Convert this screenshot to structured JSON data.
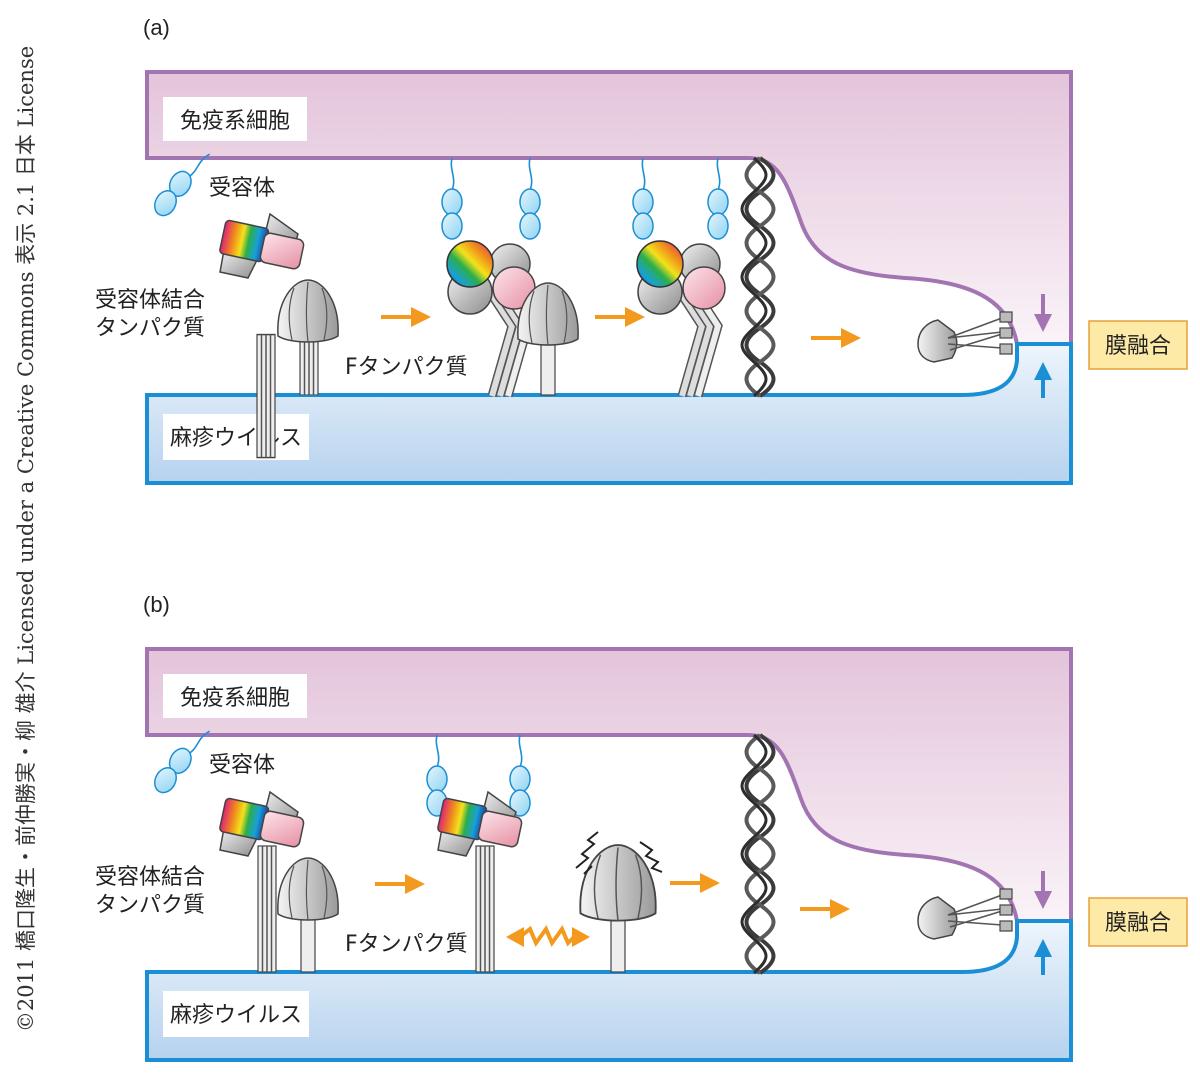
{
  "copyright": "©2011 橋口隆生・前仲勝実・柳 雄介 Licensed under a Creative Commons 表示 2.1 日本 License",
  "panels": [
    {
      "label": "(a)",
      "cell_label": "免疫系細胞",
      "receptor_label": "受容体",
      "rbp_label_line1": "受容体結合",
      "rbp_label_line2": "タンパク質",
      "fprotein_label": "Fタンパク質",
      "virus_label": "麻疹ウイルス",
      "fusion_label": "膜融合"
    },
    {
      "label": "(b)",
      "cell_label": "免疫系細胞",
      "receptor_label": "受容体",
      "rbp_label_line1": "受容体結合",
      "rbp_label_line2": "タンパク質",
      "fprotein_label": "Fタンパク質",
      "virus_label": "麻疹ウイルス",
      "fusion_label": "膜融合"
    }
  ],
  "colors": {
    "cell_fill_top": "#e4c7dc",
    "cell_border": "#a274b2",
    "virus_fill_bottom": "#b9d4ef",
    "virus_border": "#1b8fd6",
    "arrow_orange": "#f39a1e",
    "fusion_box_fill": "#fdeaa6",
    "fusion_box_border": "#e8a038",
    "receptor_bead": "#aee0f7"
  }
}
